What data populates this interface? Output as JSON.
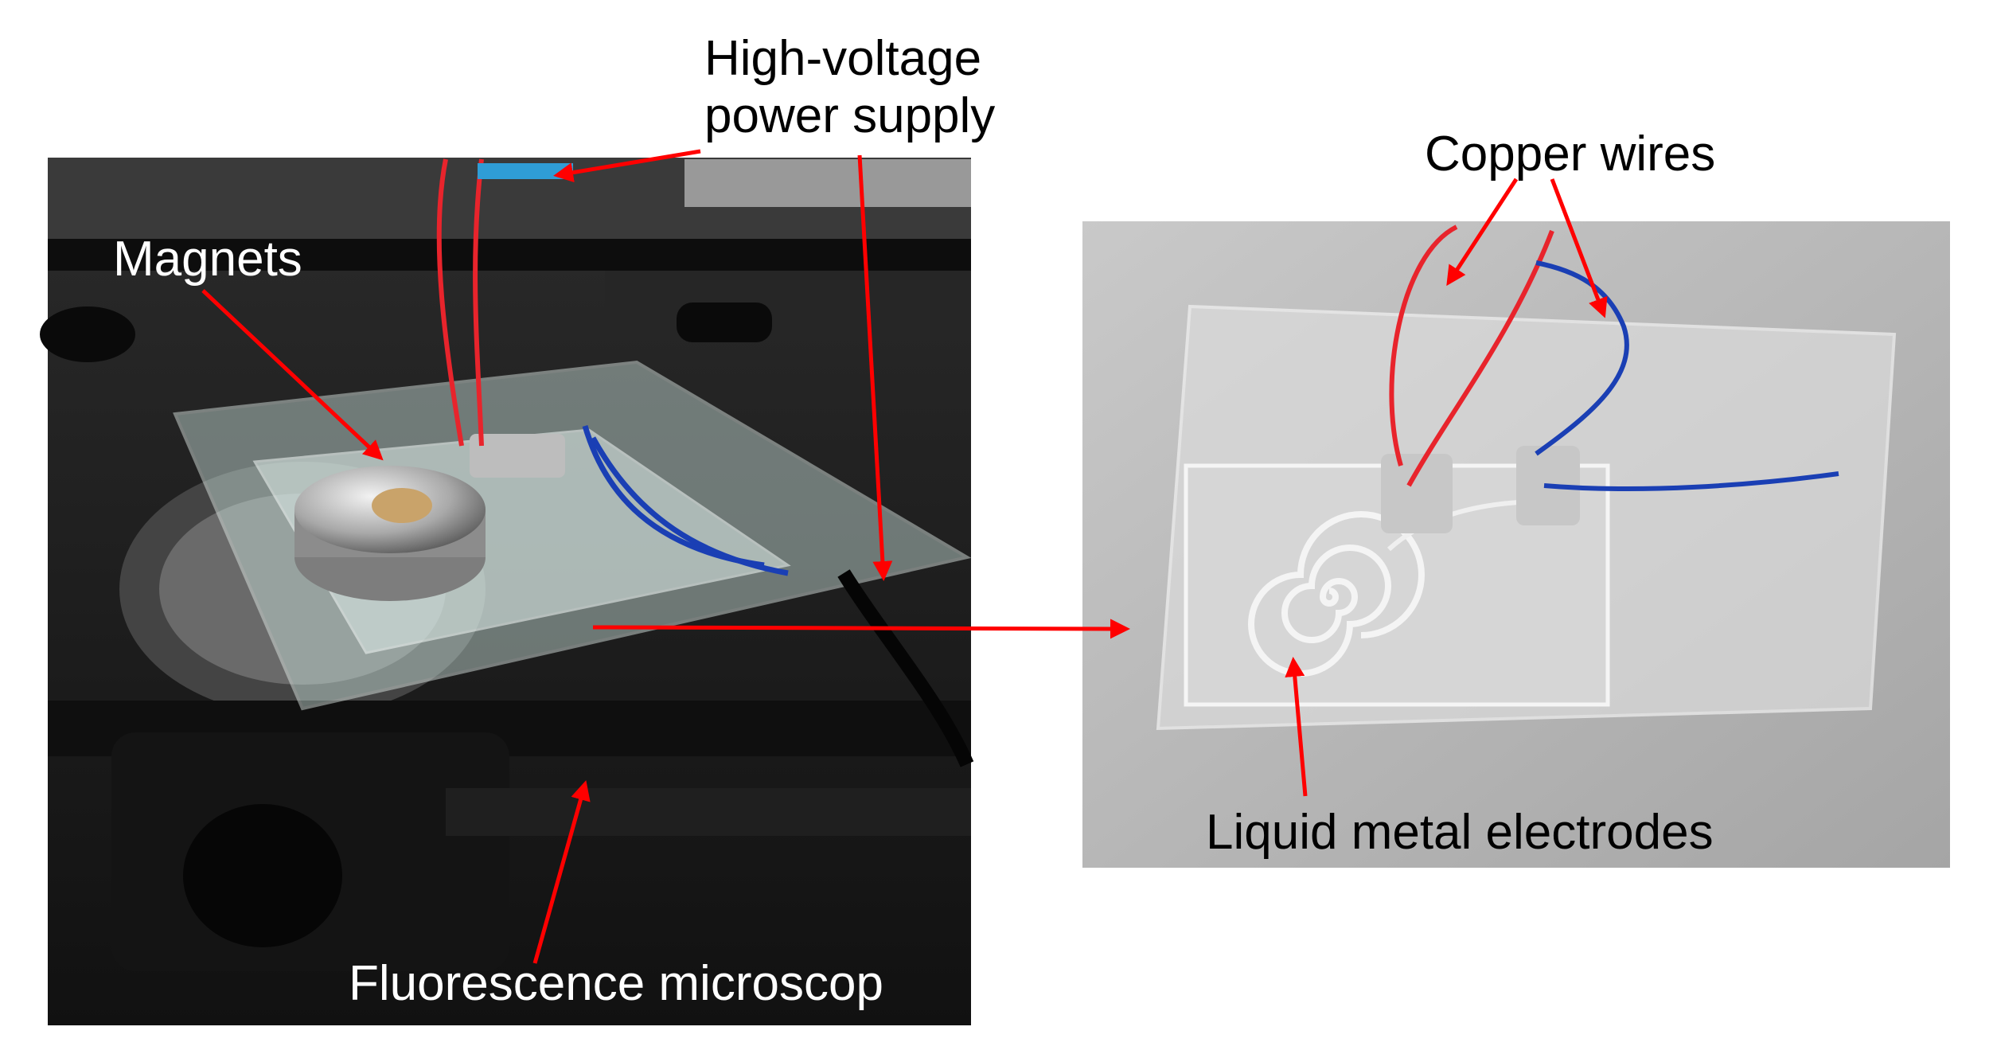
{
  "figure": {
    "labels": {
      "power_supply_line1": "High-voltage",
      "power_supply_line2": "power supply",
      "magnets": "Magnets",
      "microscope": "Fluorescence microscop",
      "copper_wires": "Copper wires",
      "electrodes": "Liquid metal electrodes"
    },
    "colors": {
      "arrow": "#ff0000",
      "background": "#ffffff",
      "stage": "#1a1a1a",
      "bench": "#b8b8b8",
      "red_wire": "#e8242c",
      "blue_wire": "#1a3fb4"
    }
  }
}
